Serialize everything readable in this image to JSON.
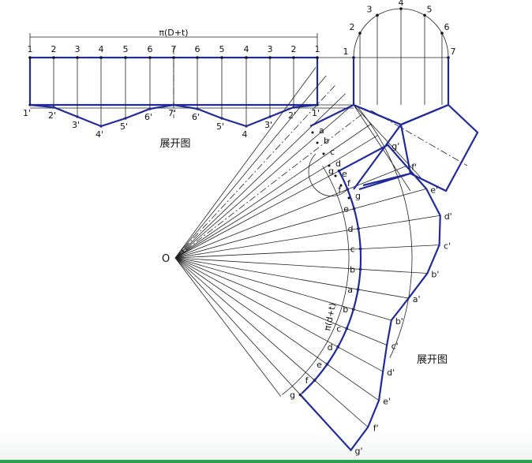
{
  "top_labels": {
    "formula": "π(D+t)",
    "grid_top": [
      "1",
      "2",
      "3",
      "4",
      "5",
      "6",
      "7",
      "6",
      "5",
      "4",
      "3",
      "2",
      "1"
    ],
    "curve_bottom": [
      "1'",
      "2'",
      "3'",
      "4'",
      "5'",
      "6'",
      "7'",
      "6'",
      "5'",
      "4",
      "3'",
      "2'",
      "1'"
    ],
    "caption": "展开图"
  },
  "semicircle_labels": [
    "1",
    "2",
    "3",
    "4",
    "5",
    "6",
    "7"
  ],
  "inner_arc_labels": [
    "a",
    "b",
    "c",
    "d",
    "e",
    "f",
    "g"
  ],
  "fan_inner_labels": [
    "g",
    "f",
    "e",
    "d",
    "c",
    "b",
    "a",
    "b",
    "c",
    "d",
    "e",
    "f",
    "g"
  ],
  "fan_outer_labels": [
    "g'",
    "f'",
    "e'",
    "d'",
    "c'",
    "b'",
    "a'",
    "b'",
    "c'",
    "d'",
    "e'",
    "f'",
    "g'"
  ],
  "fan_formula": "π(d+t)",
  "fan_caption": "展开图",
  "center_label": "O"
}
